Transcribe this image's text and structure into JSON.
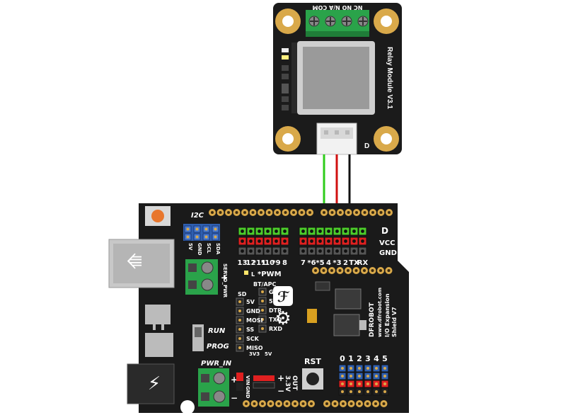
{
  "relay": {
    "title": "Relay Module V3.1",
    "terminals": "NC NO N/A COM",
    "pin_marker": "D"
  },
  "shield": {
    "brand": "DFROBOT",
    "model_line1": "I/O Expansion",
    "model_line2": "Shield V7",
    "url": "www.dfrobot.com",
    "label_i2c": "I2C",
    "i2c_pins": [
      "5V",
      "GND",
      "SCL",
      "SDA"
    ],
    "label_servo_pwr": "SERVO_PWR",
    "label_pwm": "*PWM",
    "label_bt": "BT/APC",
    "bt_pins": [
      "GND",
      "5V",
      "DTR",
      "TXD",
      "RXD"
    ],
    "label_sd": "SD",
    "sd_pins": [
      "5V",
      "GND",
      "MOSI",
      "SS",
      "SCK",
      "MISO"
    ],
    "label_run": "RUN",
    "label_prog": "PROG",
    "label_pwr_in": "PWR_IN",
    "label_vin": "VIN",
    "label_gnd_small": "GND",
    "label_3v3": "3V3",
    "label_5v": "5V",
    "label_3v3_out": "3.3V",
    "label_out": "OUT",
    "label_rst": "RST",
    "label_d": "D",
    "label_vcc": "VCC",
    "label_gnd": "GND",
    "label_l": "L",
    "plus": "+",
    "minus": "−",
    "digital_pins": [
      "13",
      "12",
      "*11",
      "*10",
      "*9",
      "8",
      "7",
      "*6",
      "*5",
      "4",
      "*3",
      "2",
      "TX",
      "RX"
    ],
    "analog_pins": [
      "0",
      "1",
      "2",
      "3",
      "4",
      "5"
    ]
  },
  "colors": {
    "board": "#1a1a1a",
    "header_green": "#4ccc2a",
    "header_red": "#e02020",
    "gold": "#d9a94a",
    "wire_signal": "#2ecc1a",
    "wire_vcc": "#d01010",
    "wire_gnd": "#111111",
    "terminal_green": "#2aa34a"
  }
}
